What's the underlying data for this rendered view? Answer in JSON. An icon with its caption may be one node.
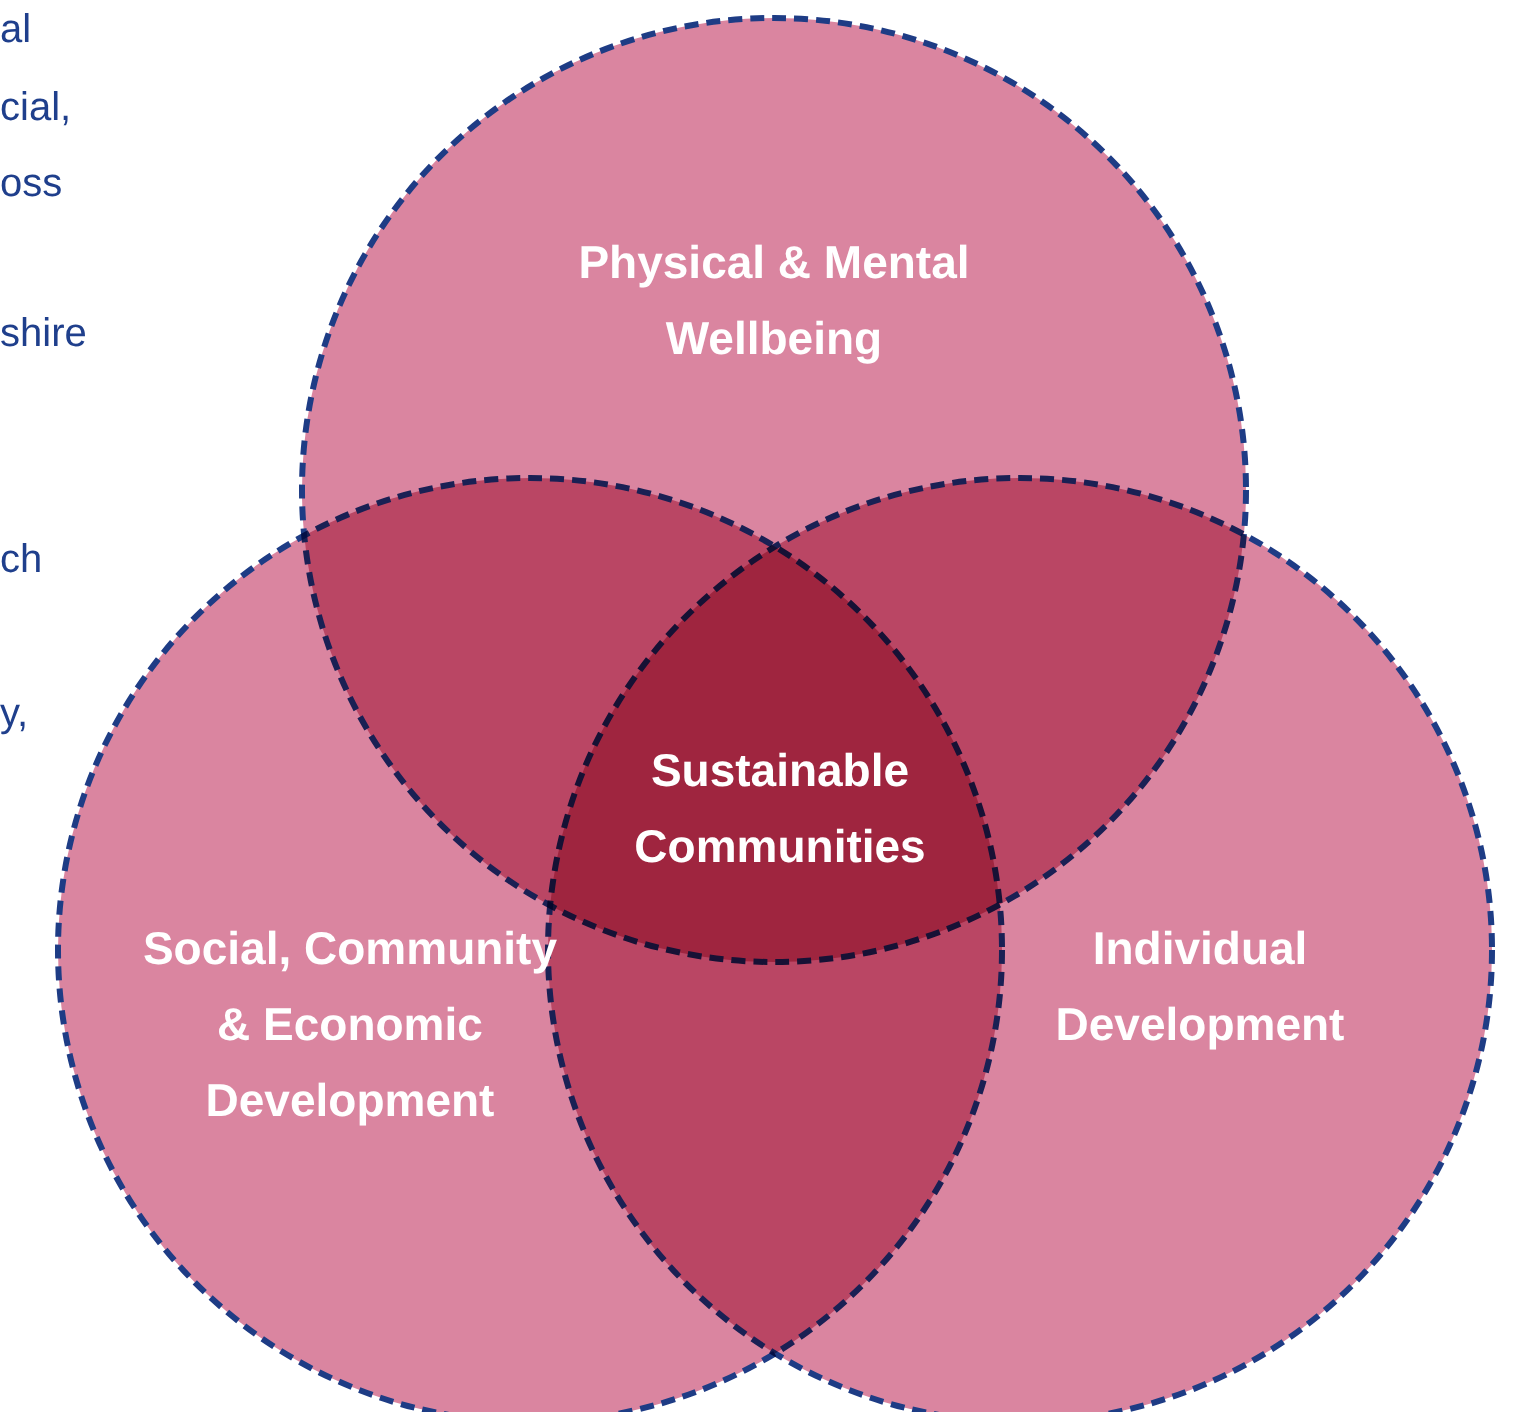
{
  "diagram": {
    "nodes": [
      {
        "text": [
          "Physical & Mental Wellbeing"
        ]
      },
      {
        "text": [
          "Social, Community & Economic Development"
        ]
      },
      {
        "text": [
          "Individual Development"
        ]
      },
      {
        "text": [
          "Sustainable Communities"
        ]
      }
    ],
    "labels": [
      "al",
      "cial,",
      "oss",
      "shire",
      "ch",
      "y,"
    ]
  }
}
